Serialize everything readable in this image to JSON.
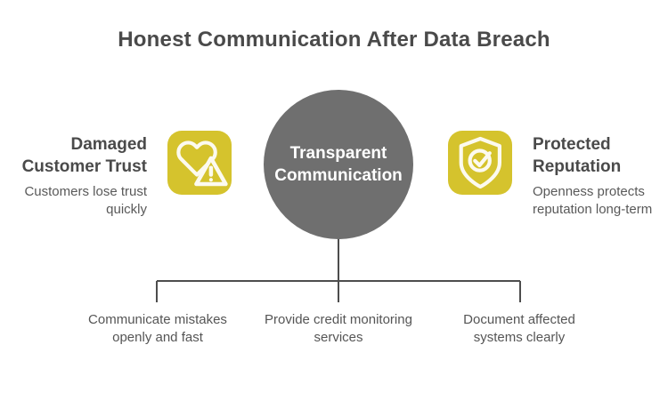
{
  "title": "Honest Communication After Data Breach",
  "center": {
    "label": "Transparent Communication"
  },
  "left_item": {
    "heading": "Damaged Customer Trust",
    "description": "Customers lose trust quickly",
    "icon": "heart-warning-icon"
  },
  "right_item": {
    "heading": "Protected Reputation",
    "description": "Openness protects reputation long-term",
    "icon": "shield-check-icon"
  },
  "bottom_items": [
    {
      "label": "Communicate mistakes openly and fast"
    },
    {
      "label": "Provide credit monitoring services"
    },
    {
      "label": "Document affected systems clearly"
    }
  ],
  "colors": {
    "accent_yellow": "#d5c32d",
    "circle_gray": "#6f6f6f",
    "heading_text": "#4a4a4a",
    "body_text": "#595959",
    "connector_line": "#4d4d4d",
    "icon_stroke": "#fcfaef"
  }
}
